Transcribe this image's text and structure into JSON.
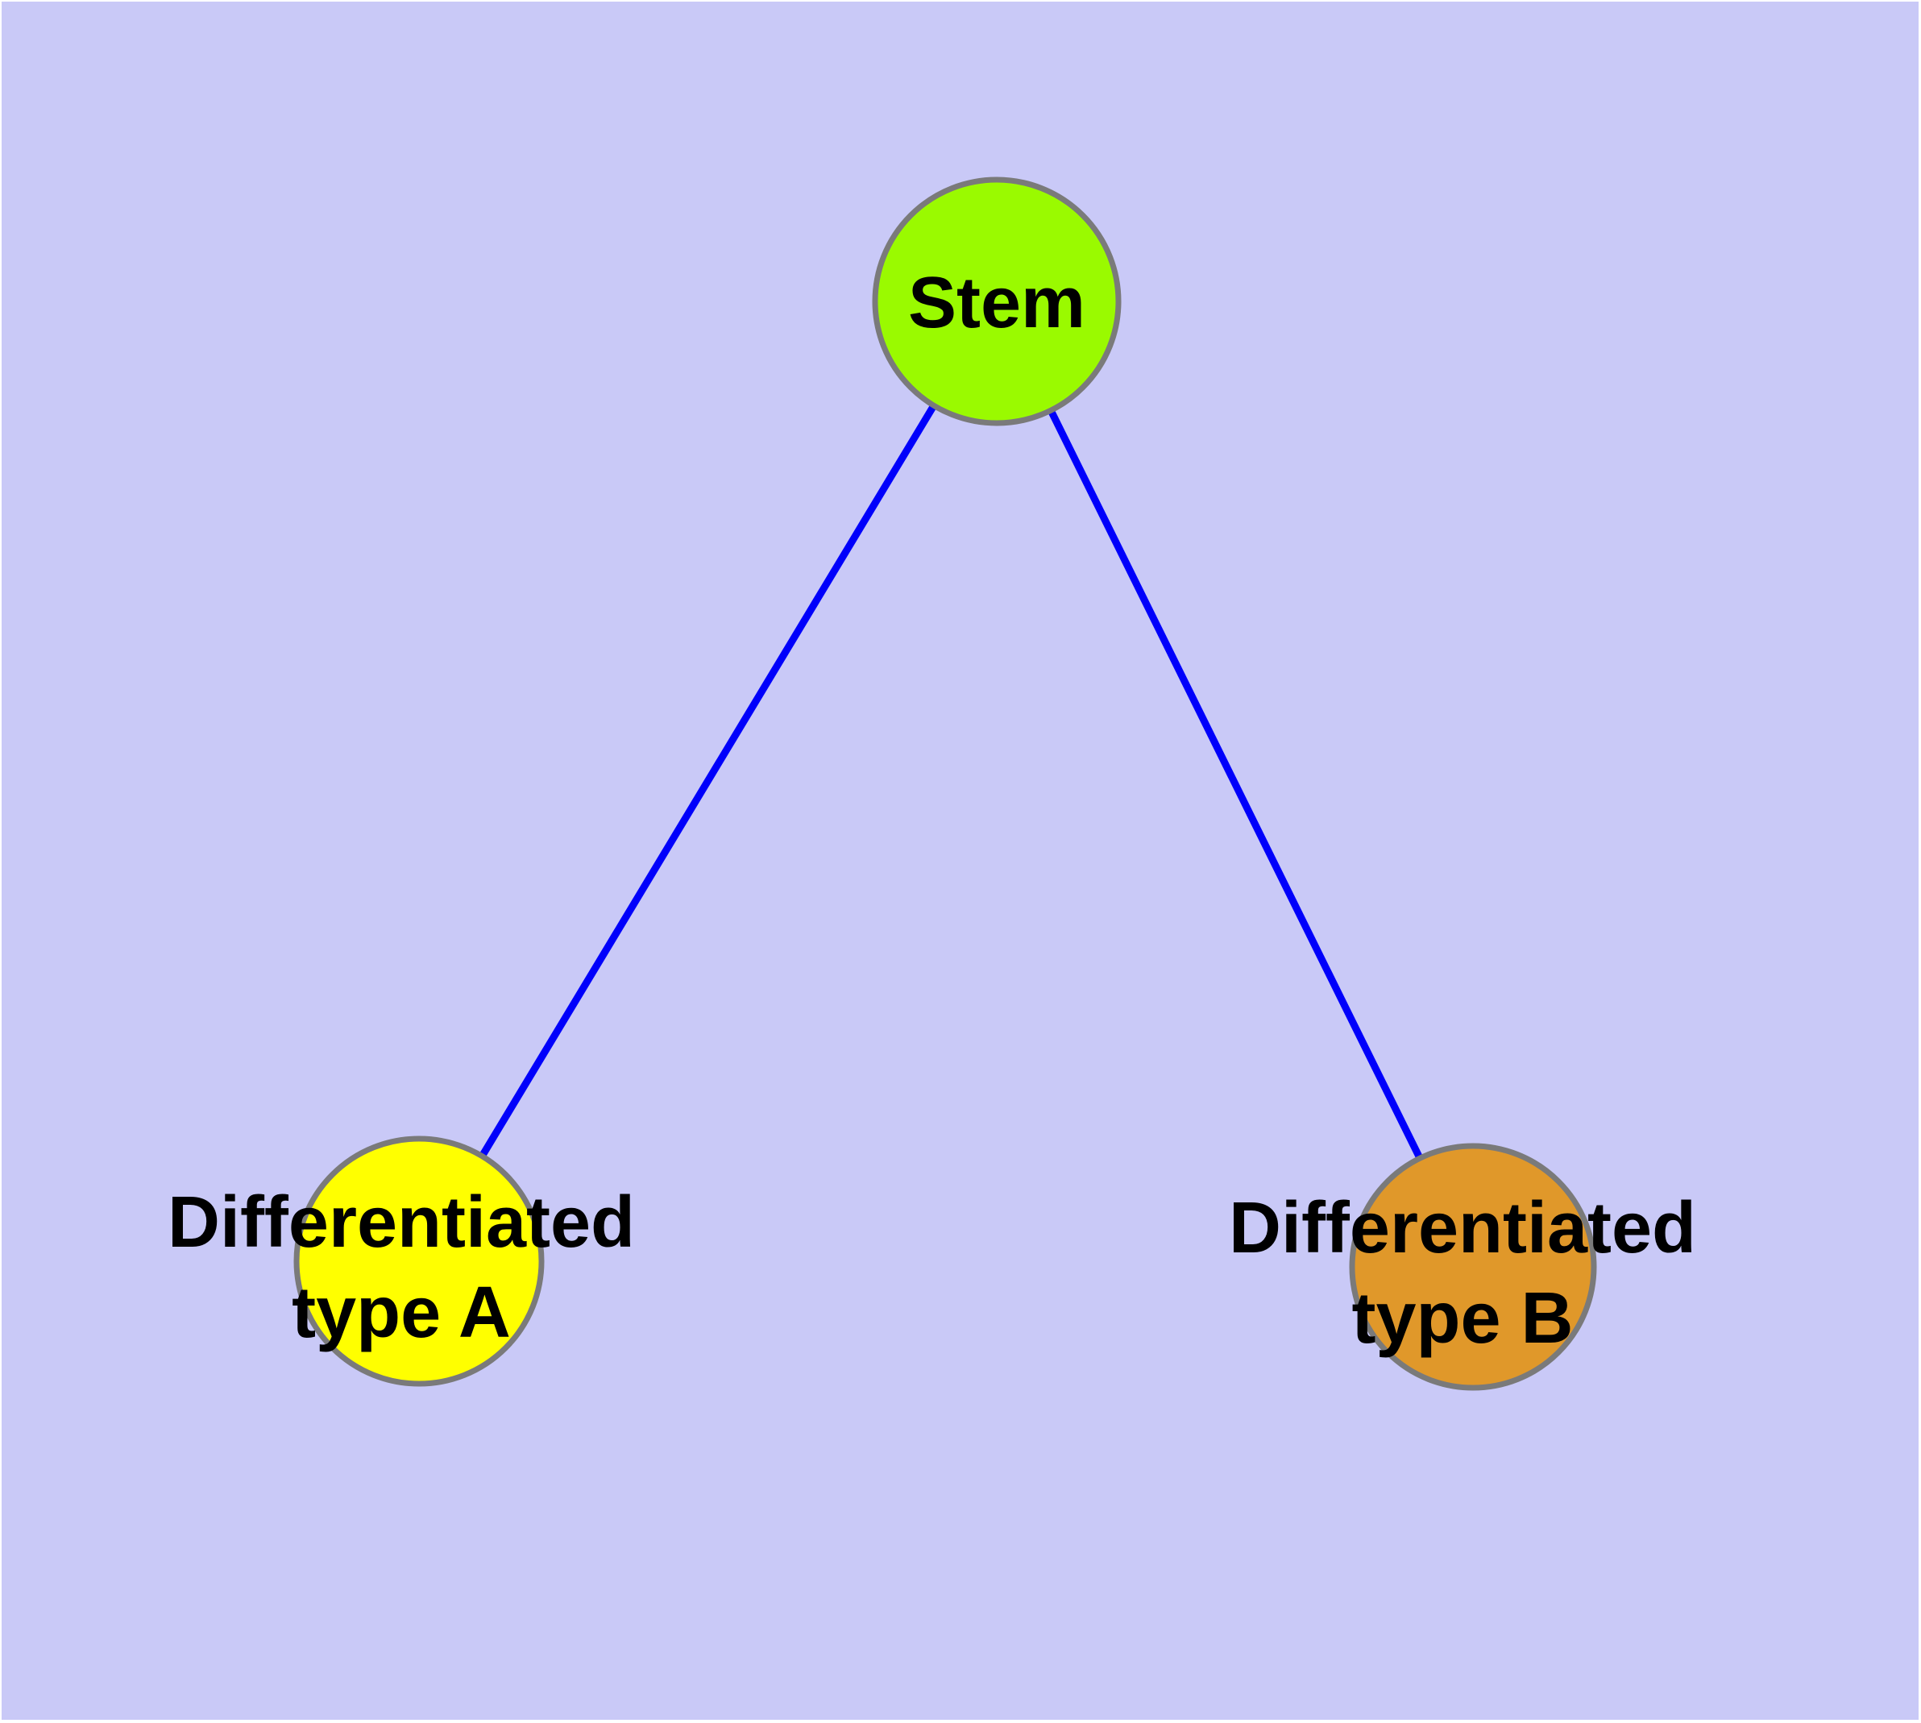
{
  "canvas": {
    "background_color": "#c9c9f7",
    "margin_color": "#ffffff",
    "node_border_color": "#7a7a7a",
    "label_color": "#000000"
  },
  "nodes": {
    "stem": {
      "label": "Stem",
      "fill": "#9afa00"
    },
    "type_a": {
      "label_line1": "Differentiated",
      "label_line2": "type A",
      "fill": "#ffff00"
    },
    "type_b": {
      "label_line1": "Differentiated",
      "label_line2": "type B",
      "fill": "#e0982a"
    }
  },
  "edges": {
    "color": "#0000fb",
    "stem_to_type_a": "Stem → Differentiated type A",
    "stem_to_type_b": "Stem → Differentiated type B"
  }
}
